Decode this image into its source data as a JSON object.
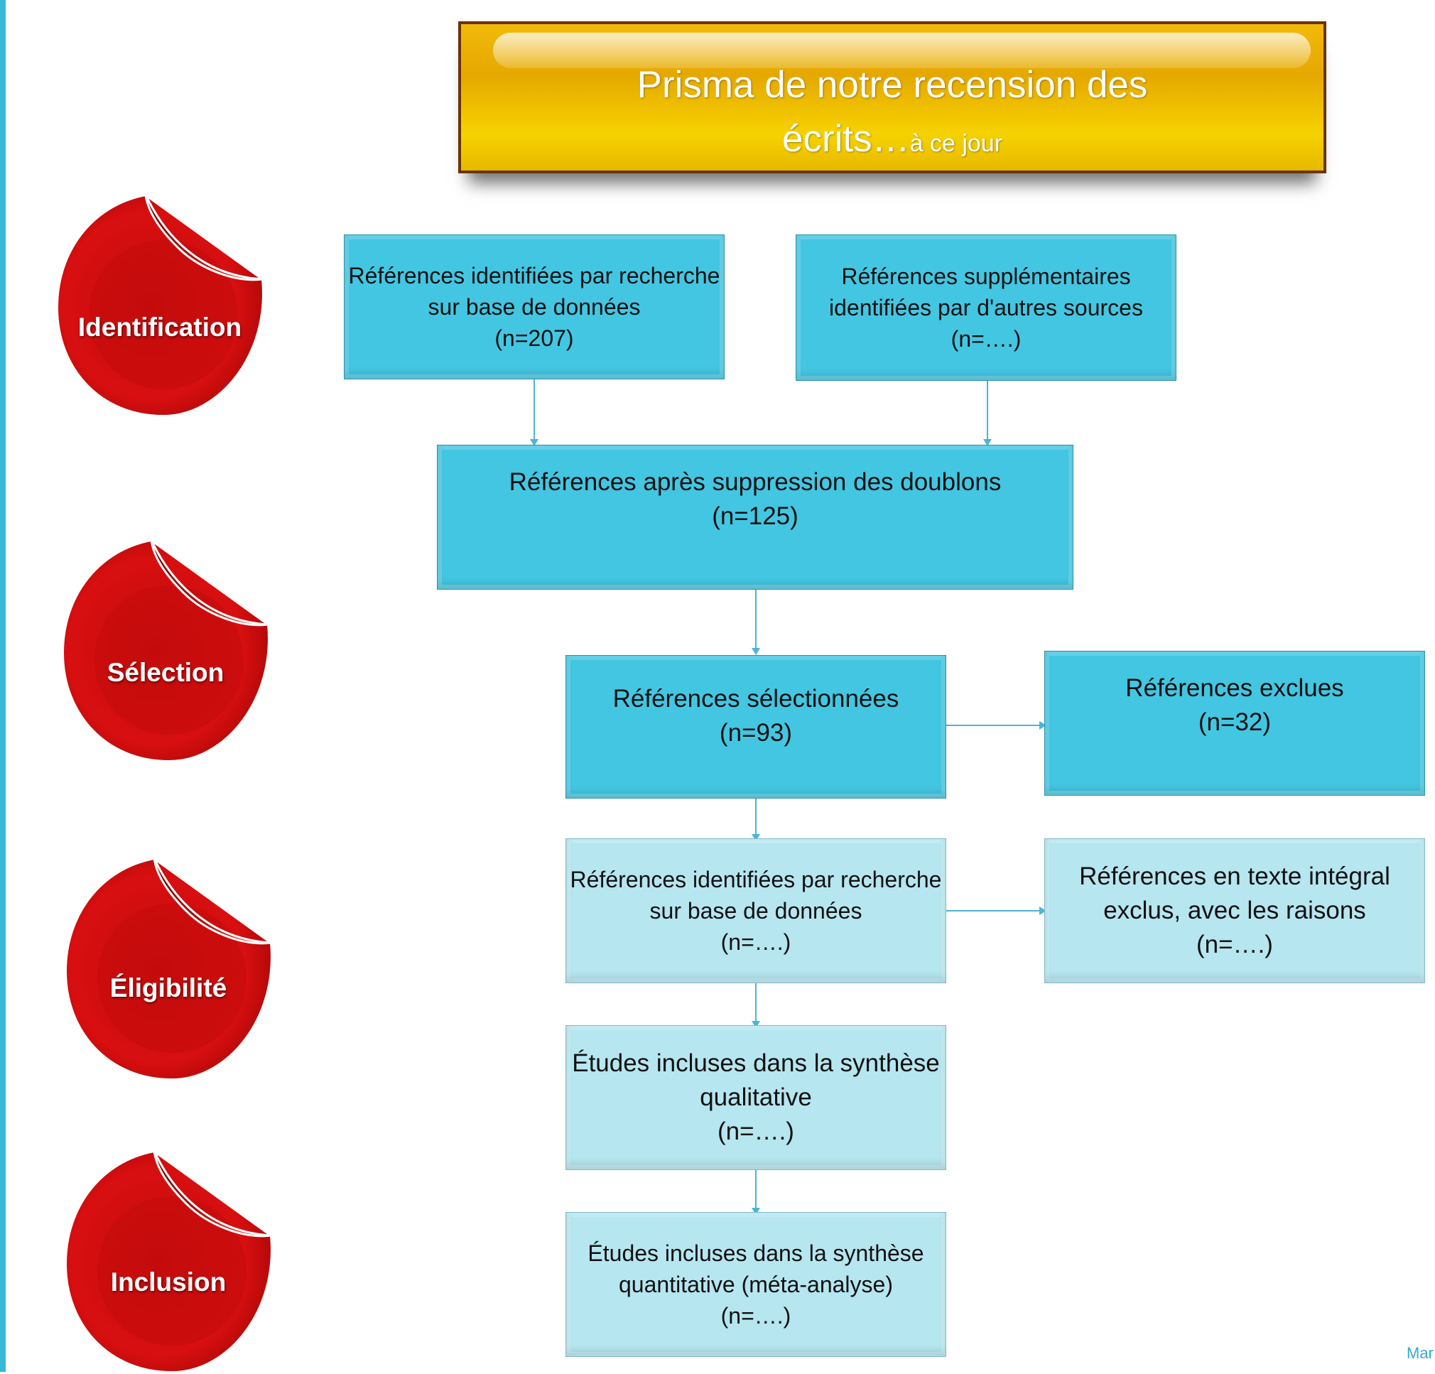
{
  "title": {
    "main_line1": "Prisma de notre recension des",
    "main_line2": "écrits…",
    "suffix": "à ce jour"
  },
  "stages": [
    {
      "label": "Identification"
    },
    {
      "label": "Sélection"
    },
    {
      "label": "Éligibilité"
    },
    {
      "label": "Inclusion"
    }
  ],
  "boxes": {
    "database_refs": "Références identifiées par recherche\nsur base de données\n(n=207)",
    "other_sources": "Références  supplémentaires\nidentifiées par d'autres sources\n(n=….)",
    "after_duplicates": "Références après suppression des doublons\n(n=125)",
    "selected": "Références  sélectionnées\n(n=93)",
    "excluded": "Références exclues\n(n=32)",
    "eligibility": "Références identifiées par recherche\nsur base de données\n(n=….)",
    "fulltext_excluded": "Références  en texte intégral\nexclus, avec les raisons\n(n=….)",
    "qualitative": "Études incluses dans la synthèse\nqualitative\n(n=….)",
    "quantitative": "Études incluses dans la synthèse\nquantitative (méta-analyse)\n(n=….)"
  },
  "footer": "Mar"
}
